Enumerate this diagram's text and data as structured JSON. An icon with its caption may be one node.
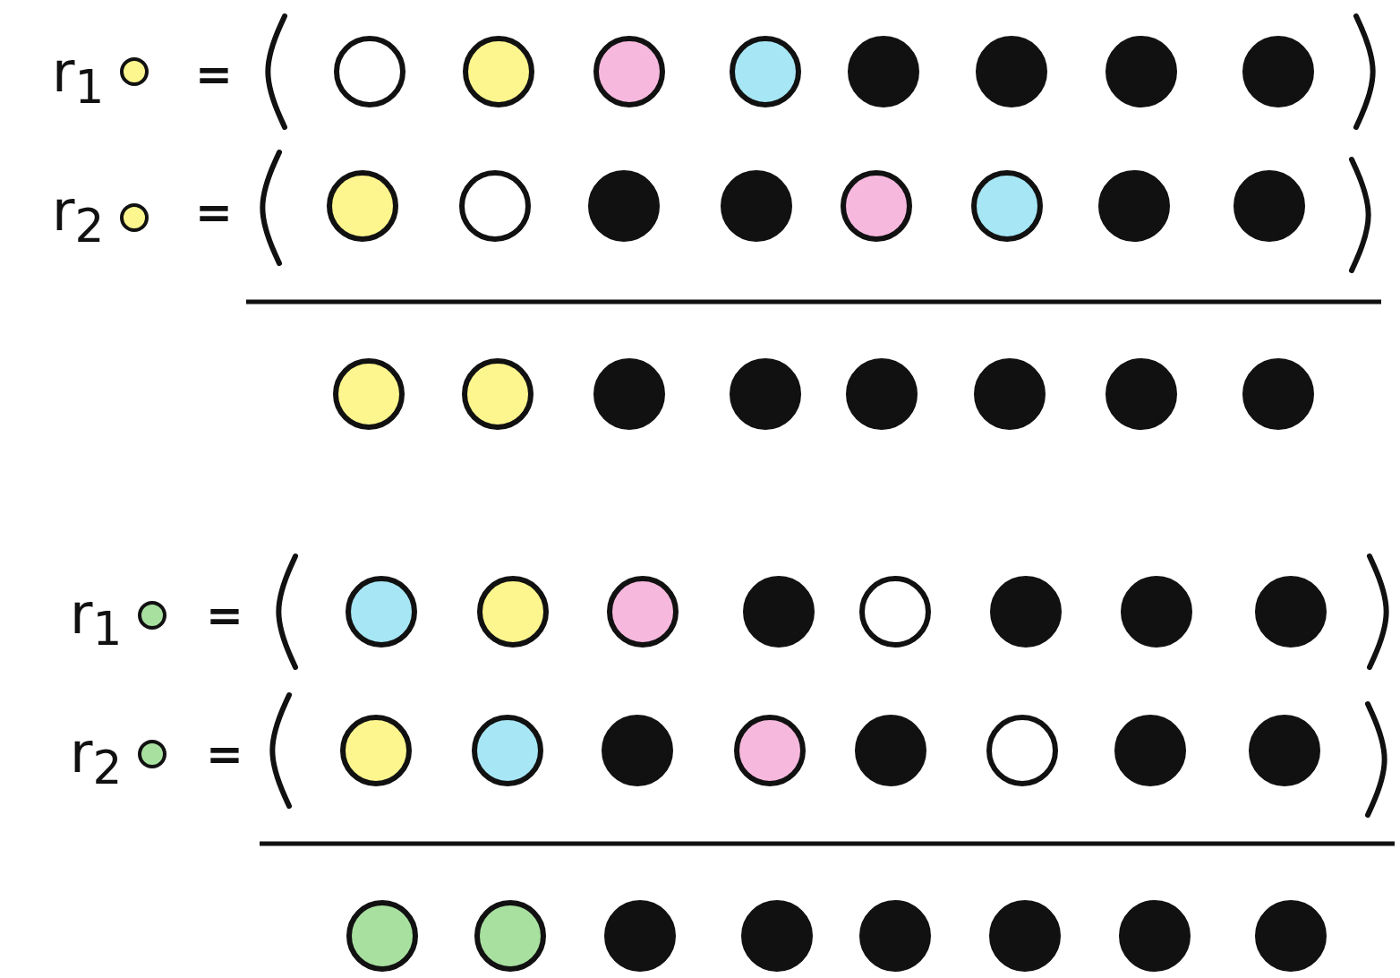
{
  "diagram": {
    "nodes": [
      {
        "text": [],
        "shape": "circle"
      },
      {
        "text": [],
        "shape": "circle"
      },
      {
        "text": [],
        "shape": "circle"
      },
      {
        "text": [],
        "shape": "circle"
      },
      {
        "text": [],
        "shape": "circle"
      },
      {
        "text": [],
        "shape": "circle"
      },
      {
        "text": [],
        "shape": "circle"
      },
      {
        "text": [],
        "shape": "circle"
      },
      {
        "text": [],
        "shape": "circle"
      },
      {
        "text": [],
        "shape": "circle"
      },
      {
        "text": [],
        "shape": "circle"
      },
      {
        "text": [],
        "shape": "circle"
      },
      {
        "text": [],
        "shape": "circle"
      },
      {
        "text": [],
        "shape": "circle"
      },
      {
        "text": [],
        "shape": "circle"
      },
      {
        "text": [],
        "shape": "circle"
      },
      {
        "text": [],
        "shape": "circle"
      },
      {
        "text": [],
        "shape": "circle"
      },
      {
        "text": [],
        "shape": "circle"
      },
      {
        "text": [],
        "shape": "circle"
      },
      {
        "text": [],
        "shape": "circle"
      },
      {
        "text": [],
        "shape": "circle"
      },
      {
        "text": [],
        "shape": "circle"
      },
      {
        "text": [],
        "shape": "circle"
      },
      {
        "text": [],
        "shape": "circle"
      },
      {
        "text": [],
        "shape": "circle"
      },
      {
        "text": [],
        "shape": "circle"
      },
      {
        "text": [],
        "shape": "circle"
      },
      {
        "text": [],
        "shape": "circle"
      },
      {
        "text": [],
        "shape": "circle"
      },
      {
        "text": [],
        "shape": "circle"
      },
      {
        "text": [],
        "shape": "circle"
      },
      {
        "text": [],
        "shape": "circle"
      },
      {
        "text": [],
        "shape": "circle"
      },
      {
        "text": [],
        "shape": "circle"
      },
      {
        "text": [],
        "shape": "circle"
      },
      {
        "text": [],
        "shape": "circle"
      },
      {
        "text": [],
        "shape": "circle"
      },
      {
        "text": [],
        "shape": "circle"
      },
      {
        "text": [],
        "shape": "circle"
      },
      {
        "text": [],
        "shape": "circle"
      },
      {
        "text": [],
        "shape": "circle"
      },
      {
        "text": [],
        "shape": "circle"
      },
      {
        "text": [],
        "shape": "circle"
      },
      {
        "text": [],
        "shape": "circle"
      },
      {
        "text": [],
        "shape": "circle"
      },
      {
        "text": [],
        "shape": "circle"
      },
      {
        "text": [],
        "shape": "circle"
      },
      {
        "text": [],
        "shape": "circle"
      },
      {
        "text": [],
        "shape": "circle"
      },
      {
        "text": [],
        "shape": "circle"
      },
      {
        "text": [],
        "shape": "circle"
      }
    ],
    "labels": [
      "r$_{1}$",
      "=",
      "r$_{2}$",
      "=",
      "r$_{1}$",
      "=",
      "r$_{2}$",
      "="
    ]
  }
}
